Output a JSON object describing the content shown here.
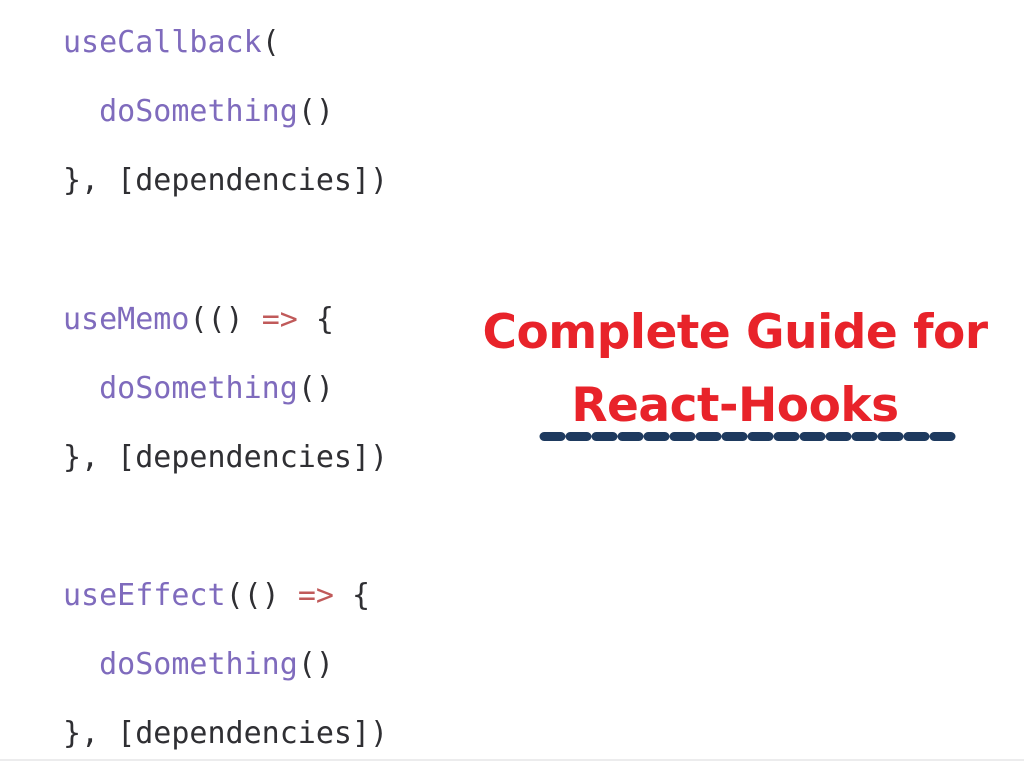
{
  "page": {
    "background_color": "#ffffff",
    "bottom_rule_color": "#ececed"
  },
  "code": {
    "font": "monospace",
    "colors": {
      "identifier": "#7f6bbd",
      "punctuation": "#2f2f33",
      "arrow": "#c05a5a"
    },
    "blocks": [
      {
        "id": "usecallback",
        "hook_name": "useCallback",
        "lines": [
          {
            "tokens": [
              {
                "t": "useCallback",
                "c": "fn"
              },
              {
                "t": "(",
                "c": "punct"
              }
            ]
          },
          {
            "tokens": [
              {
                "t": "  doSomething",
                "c": "ident"
              },
              {
                "t": "()",
                "c": "punct"
              }
            ]
          },
          {
            "tokens": [
              {
                "t": "}, [dependencies])",
                "c": "punct"
              }
            ]
          }
        ]
      },
      {
        "id": "usememo",
        "hook_name": "useMemo",
        "lines": [
          {
            "tokens": [
              {
                "t": "useMemo",
                "c": "fn"
              },
              {
                "t": "(() ",
                "c": "punct"
              },
              {
                "t": "=>",
                "c": "arrow"
              },
              {
                "t": " {",
                "c": "punct"
              }
            ]
          },
          {
            "tokens": [
              {
                "t": "  doSomething",
                "c": "ident"
              },
              {
                "t": "()",
                "c": "punct"
              }
            ]
          },
          {
            "tokens": [
              {
                "t": "}, [dependencies])",
                "c": "punct"
              }
            ]
          }
        ]
      },
      {
        "id": "useeffect",
        "hook_name": "useEffect",
        "lines": [
          {
            "tokens": [
              {
                "t": "useEffect",
                "c": "fn"
              },
              {
                "t": "(() ",
                "c": "punct"
              },
              {
                "t": "=>",
                "c": "arrow"
              },
              {
                "t": " {",
                "c": "punct"
              }
            ]
          },
          {
            "tokens": [
              {
                "t": "  doSomething",
                "c": "ident"
              },
              {
                "t": "()",
                "c": "punct"
              }
            ]
          },
          {
            "tokens": [
              {
                "t": "}, [dependencies])",
                "c": "punct"
              }
            ]
          }
        ]
      }
    ]
  },
  "title": {
    "line1": "Complete Guide for",
    "line2": "React-Hooks",
    "color": "#e8232a"
  },
  "divider": {
    "style": "dashed",
    "color": "#1e3a5f",
    "dash_count": 17,
    "thickness": 9
  }
}
